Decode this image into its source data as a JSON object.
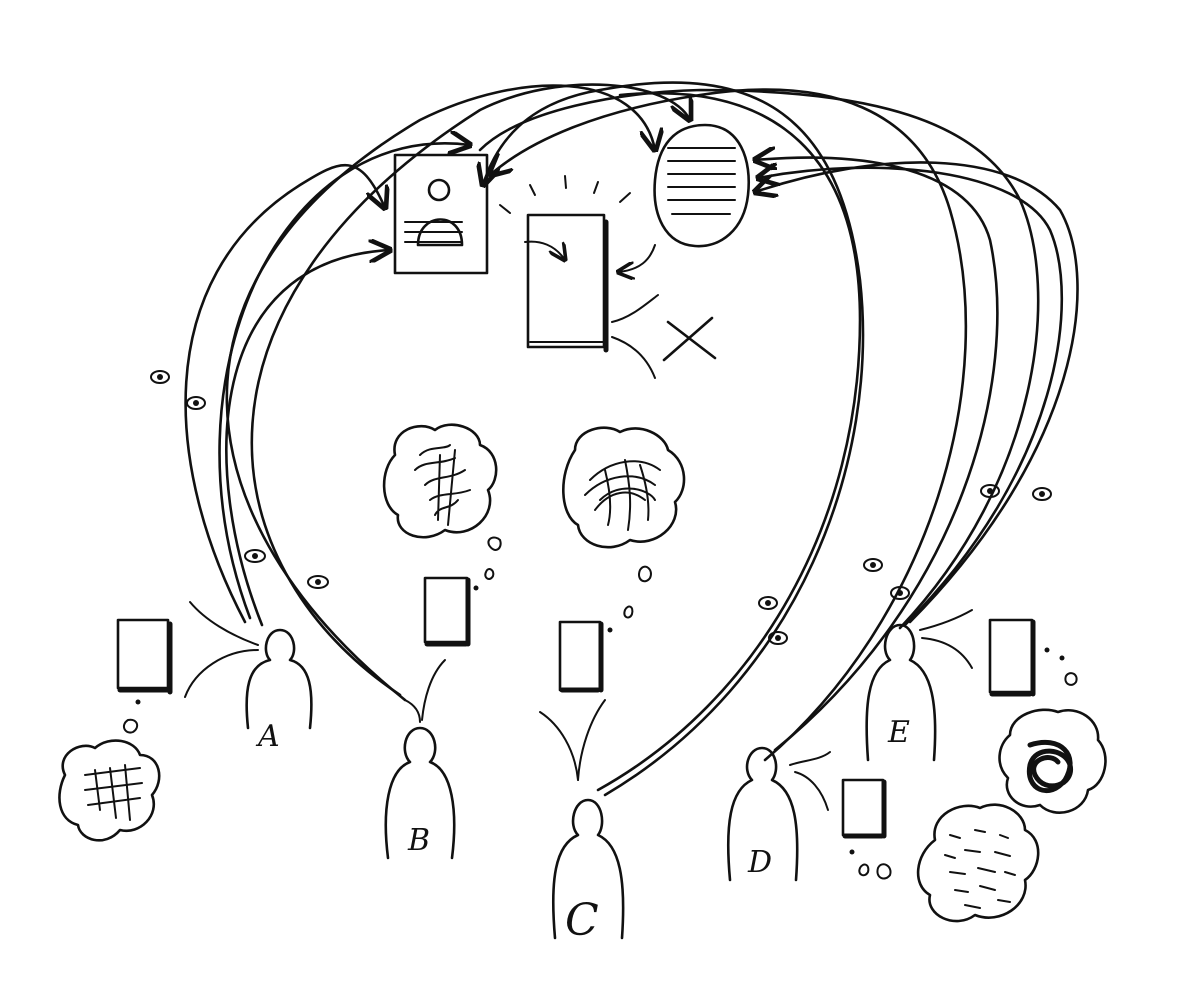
{
  "people": [
    {
      "id": "A",
      "label": "A"
    },
    {
      "id": "B",
      "label": "B"
    },
    {
      "id": "C",
      "label": "C"
    },
    {
      "id": "D",
      "label": "D"
    },
    {
      "id": "E",
      "label": "E"
    }
  ],
  "icons": {
    "profile_card": "profile-card-icon",
    "text_bubble": "text-document-bubble-icon",
    "book": "book-icon",
    "cross": "x-mark-icon",
    "eye": "eye-icon",
    "thought": "thought-cloud-icon",
    "person": "person-silhouette-icon"
  },
  "colors": {
    "ink": "#111111",
    "paper": "#ffffff"
  }
}
